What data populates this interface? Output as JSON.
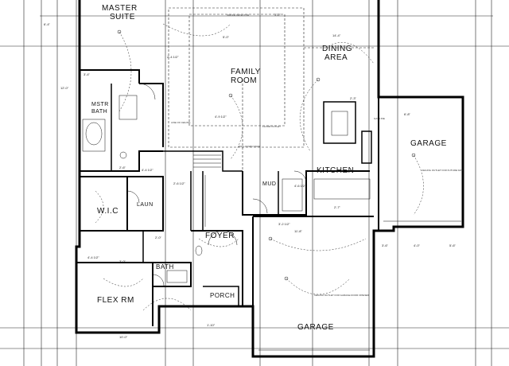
{
  "rooms": {
    "master_suite": [
      "MASTER",
      "SUITE"
    ],
    "family_room": [
      "FAMILY",
      "ROOM"
    ],
    "dining_area": [
      "DINING",
      "AREA"
    ],
    "mstr_bath": [
      "MSTR",
      "BATH"
    ],
    "garage_right": "GARAGE",
    "kitchen": "KITCHEN",
    "mud": "MUD",
    "wic": "W.I.C",
    "laun": "LAUN",
    "foyer": "FOYER",
    "bath": "BATH",
    "flex_rm": "FLEX RM",
    "porch": "PORCH",
    "garage_main": "GARAGE"
  },
  "dimensions": {
    "d1": "6'-4\"",
    "d2": "2'-4 1/2\"",
    "d3": "12'-0\"",
    "d4": "3'-2\"",
    "d5": "5'-0\"",
    "d6": "2'-6\"",
    "d7": "4'-4 1/2\"",
    "d8": "3'-4\"",
    "d9": "2'-3\"",
    "d10": "4'-6 1/2\"",
    "d11": "2'-6 1/2\"",
    "d12": "2'-0\"",
    "d13": "14'-4\"",
    "d14": "3'-6\"",
    "d15": "11'-8\"",
    "d16": "4'-0\"",
    "d17": "4'-9 1/2\"",
    "d18": "5'-6\"",
    "d19": "3'-0\"",
    "d20": "10'-0\"",
    "d21": "1'-10\"",
    "d22": "3'-2 1/2\"",
    "d23": "4'-4 1/2\"",
    "d24": "2'-7\"",
    "d25": "6'-8\""
  },
  "notes": {
    "n1": "CEILING OUTLET FOR FUTURE FAN",
    "n2": "CEILING OUTLET FOR GARAGE DOOR OPENER",
    "n3": "PULL DOWN STAIR",
    "n4": "LINE OF CEILING",
    "n5": "GAS LINE",
    "n6": "SMOKE DETECTOR",
    "n7": "FLOOR OUTLET"
  }
}
